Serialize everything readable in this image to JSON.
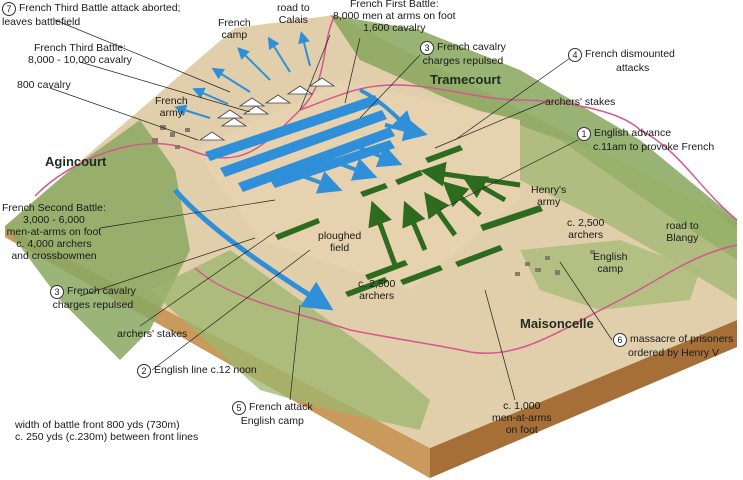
{
  "labels": {
    "french_third_aborted": [
      "French Third Battle attack aborted;",
      "leaves battlefield"
    ],
    "french_camp": [
      "French",
      "camp"
    ],
    "road_calais": [
      "road to",
      "Calais"
    ],
    "french_first": [
      "French First Battle:",
      "8,000 men at arms on foot",
      "1,600 cavalry"
    ],
    "french_third": [
      "French Third Battle:",
      "8,000 - 10,000 cavalry"
    ],
    "cavalry_800": "800 cavalry",
    "french_army": [
      "French",
      "army"
    ],
    "cav_repulsed_top": [
      "French cavalry",
      "charges repulsed"
    ],
    "dismounted": [
      "French dismounted",
      "attacks"
    ],
    "archers_stakes_top": "archers' stakes",
    "english_advance": [
      "English advance",
      "c.11am to provoke French"
    ],
    "french_second": [
      "French Second Battle:",
      "3,000 - 6,000",
      "men-at-arms on foot",
      "c. 4,000 archers",
      "and crossbowmen"
    ],
    "henrys_army": [
      "Henry's",
      "army"
    ],
    "archers_right": [
      "c. 2,500",
      "archers"
    ],
    "road_blangy": [
      "road to",
      "Blangy"
    ],
    "ploughed_field": [
      "ploughed",
      "field"
    ],
    "english_camp": [
      "English",
      "camp"
    ],
    "archers_left": [
      "c. 2,500",
      "archers"
    ],
    "cav_repulsed_left": [
      "French cavalry",
      "charges repulsed"
    ],
    "archers_stakes_left": "archers' stakes",
    "massacre": [
      "massacre of prisoners",
      "ordered by Henry V"
    ],
    "english_line": "English line c.12 noon",
    "men_at_arms": [
      "c. 1,000",
      "men-at-arms",
      "on foot"
    ],
    "french_attack_camp": [
      "French attack",
      "English camp"
    ],
    "width_note": [
      "width of battle front 800 yds (730m)",
      "c. 250 yds (c.230m) between front lines"
    ]
  },
  "places": {
    "agincourt": "Agincourt",
    "tramecourt": "Tramecourt",
    "maisoncelle": "Maisoncelle"
  },
  "numbers": {
    "n1": "1",
    "n2": "2",
    "n3a": "3",
    "n3b": "3",
    "n4": "4",
    "n5": "5",
    "n6": "6",
    "n7": "7"
  },
  "colors": {
    "french": "#2f8fd8",
    "english": "#2e6b1e",
    "road": "#d4578f",
    "field": "#ddc9a0",
    "soil": "#c79a5e"
  }
}
